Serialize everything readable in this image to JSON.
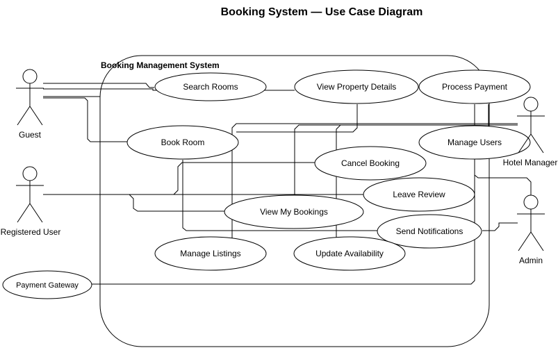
{
  "diagram": {
    "title": "Booking System — Use Case Diagram",
    "system_boundary": "Booking Management System",
    "use_cases": {
      "search_rooms": "Search Rooms",
      "view_property_details": "View Property Details",
      "process_payment": "Process Payment",
      "book_room": "Book Room",
      "manage_users": "Manage Users",
      "cancel_booking": "Cancel Booking",
      "leave_review": "Leave Review",
      "view_my_bookings": "View My Bookings",
      "send_notifications": "Send Notifications",
      "manage_listings": "Manage Listings",
      "update_availability": "Update Availability"
    },
    "actors": {
      "guest": "Guest",
      "registered_user": "Registered User",
      "hotel_manager": "Hotel Manager",
      "admin": "Admin",
      "payment_gateway": "Payment Gateway"
    }
  }
}
